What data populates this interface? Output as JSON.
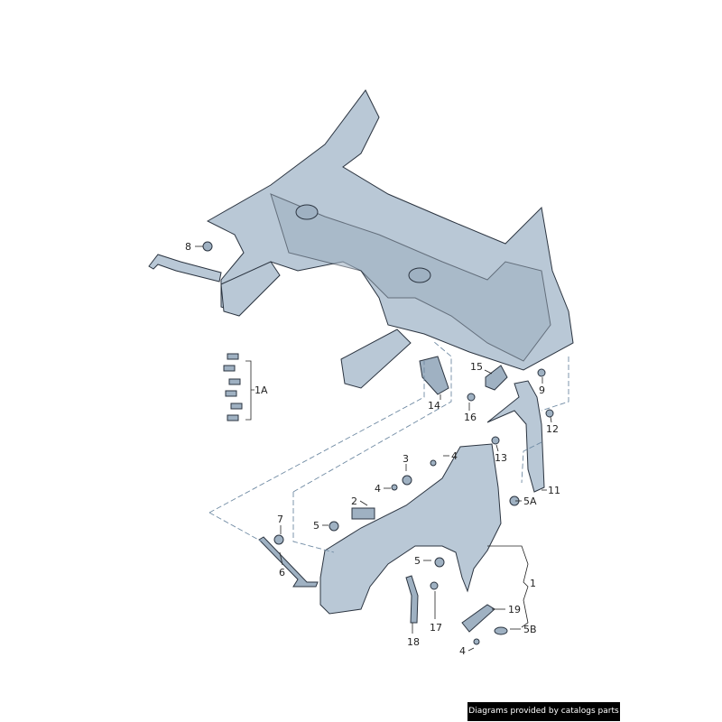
{
  "diagram": {
    "callouts": {
      "c8": "8",
      "c1A": "1A",
      "c14": "14",
      "c15": "15",
      "c16": "16",
      "c9": "9",
      "c12": "12",
      "c13": "13",
      "c11": "11",
      "c3": "3",
      "c4a": "4",
      "c4b": "4",
      "c2": "2",
      "c7": "7",
      "c5a": "5",
      "c6": "6",
      "c5A": "5A",
      "c5b": "5",
      "c1": "1",
      "c19": "19",
      "c17": "17",
      "c5B": "5B",
      "c18": "18",
      "c4c": "4"
    }
  },
  "watermark": "Diagrams provided by catalogs parts"
}
